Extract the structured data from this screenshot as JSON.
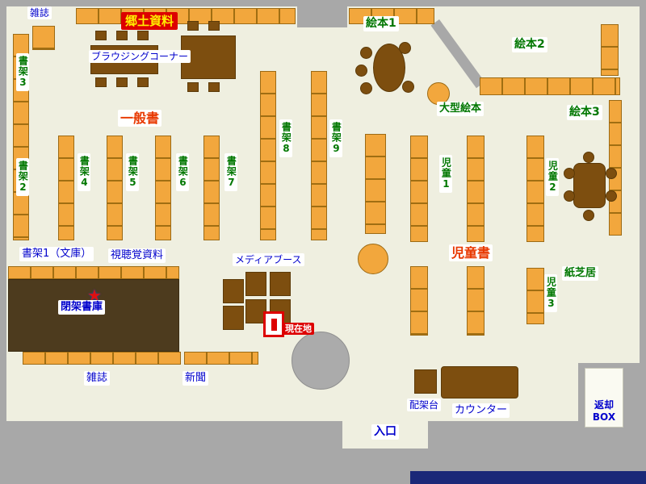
{
  "page": {
    "type": "library-floor-map"
  },
  "colors": {
    "floor": "#EFEFE0",
    "wall": "#A8A8A8",
    "shelf_orange": "#F2A73D",
    "table_brown": "#7D4E0F",
    "closed_stacks_brown": "#4D3B1E",
    "label_blue": "#0000CC",
    "label_green": "#007700",
    "label_red": "#E83800",
    "badge_red": "#DD0000",
    "badge_yellow": "#FFEE00",
    "footer_navy": "#1B2878"
  },
  "icons": {
    "star": "★"
  },
  "labels": {
    "magazines_top": "雑誌",
    "local_materials": "郷土資料",
    "browsing_corner": "ブラウジングコーナー",
    "shelf_3": "書架3",
    "shelf_2": "書架2",
    "general_books": "一般書",
    "shelf_4": "書架4",
    "shelf_5": "書架5",
    "shelf_6": "書架6",
    "shelf_7": "書架7",
    "shelf_8": "書架8",
    "shelf_9": "書架9",
    "picture_books_1": "絵本1",
    "picture_books_2": "絵本2",
    "picture_books_3": "絵本3",
    "large_picture_books": "大型絵本",
    "children_1": "児童1",
    "children_2": "児童2",
    "children_3": "児童3",
    "children_books": "児童書",
    "kamishibai": "紙芝居",
    "shelf_1_bunko": "書架1（文庫）",
    "audiovisual": "視聴覚資料",
    "media_booth": "メディアブース",
    "closed_stacks": "閉架書庫",
    "current_location": "現在地",
    "magazines_bottom": "雑誌",
    "newspapers": "新聞",
    "sorting_table": "配架台",
    "counter": "カウンター",
    "return_box_line1": "返却",
    "return_box_line2": "BOX",
    "entrance": "入口"
  }
}
